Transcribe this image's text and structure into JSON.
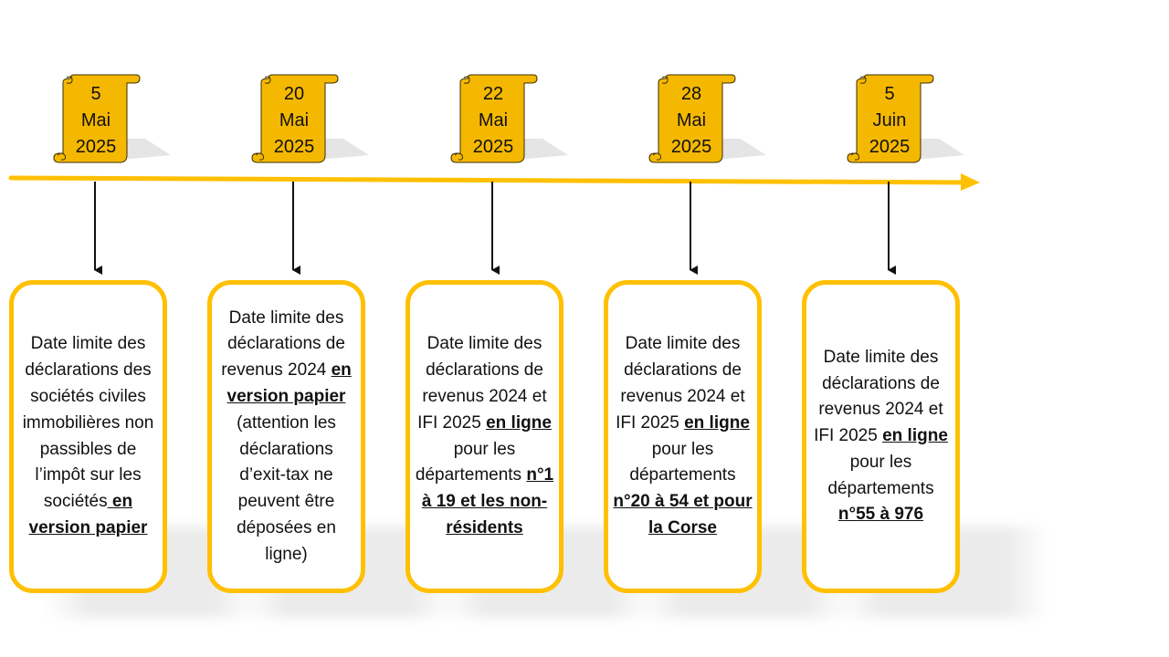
{
  "colors": {
    "accent": "#ffc000",
    "scroll_fill": "#f5b800",
    "scroll_outline": "#3a3000",
    "arrow": "#111111"
  },
  "events": [
    {
      "date": {
        "day": "5",
        "month": "Mai",
        "year": "2025"
      },
      "description": [
        {
          "text": "Date limite des déclarations des sociétés civiles immobilières non passibles de l’impôt sur les sociétés",
          "emphasis": false
        },
        {
          "text": " en version papier",
          "emphasis": true
        }
      ]
    },
    {
      "date": {
        "day": "20",
        "month": "Mai",
        "year": "2025"
      },
      "description": [
        {
          "text": "Date limite des déclarations de revenus 2024 ",
          "emphasis": false
        },
        {
          "text": "en version papier",
          "emphasis": true
        },
        {
          "text": " (attention les déclarations d’exit-tax ne peuvent être déposées en ligne)",
          "emphasis": false
        }
      ]
    },
    {
      "date": {
        "day": "22",
        "month": "Mai",
        "year": "2025"
      },
      "description": [
        {
          "text": "Date limite des déclarations de revenus 2024 et IFI 2025 ",
          "emphasis": false
        },
        {
          "text": "en ligne",
          "emphasis": true
        },
        {
          "text": " pour les départements ",
          "emphasis": false
        },
        {
          "text": "n°1 à 19 et les non-résidents",
          "emphasis": true
        }
      ]
    },
    {
      "date": {
        "day": "28",
        "month": "Mai",
        "year": "2025"
      },
      "description": [
        {
          "text": "Date limite des déclarations de revenus 2024 et IFI 2025 ",
          "emphasis": false
        },
        {
          "text": "en ligne",
          "emphasis": true
        },
        {
          "text": " pour les départements ",
          "emphasis": false
        },
        {
          "text": "n°20 à 54 et pour la Corse",
          "emphasis": true
        }
      ]
    },
    {
      "date": {
        "day": "5",
        "month": "Juin",
        "year": "2025"
      },
      "description": [
        {
          "text": "Date limite des déclarations de revenus 2024 et IFI 2025 ",
          "emphasis": false
        },
        {
          "text": "en ligne",
          "emphasis": true
        },
        {
          "text": " pour les départements ",
          "emphasis": false
        },
        {
          "text": "n°55 à 976",
          "emphasis": true
        }
      ]
    }
  ]
}
